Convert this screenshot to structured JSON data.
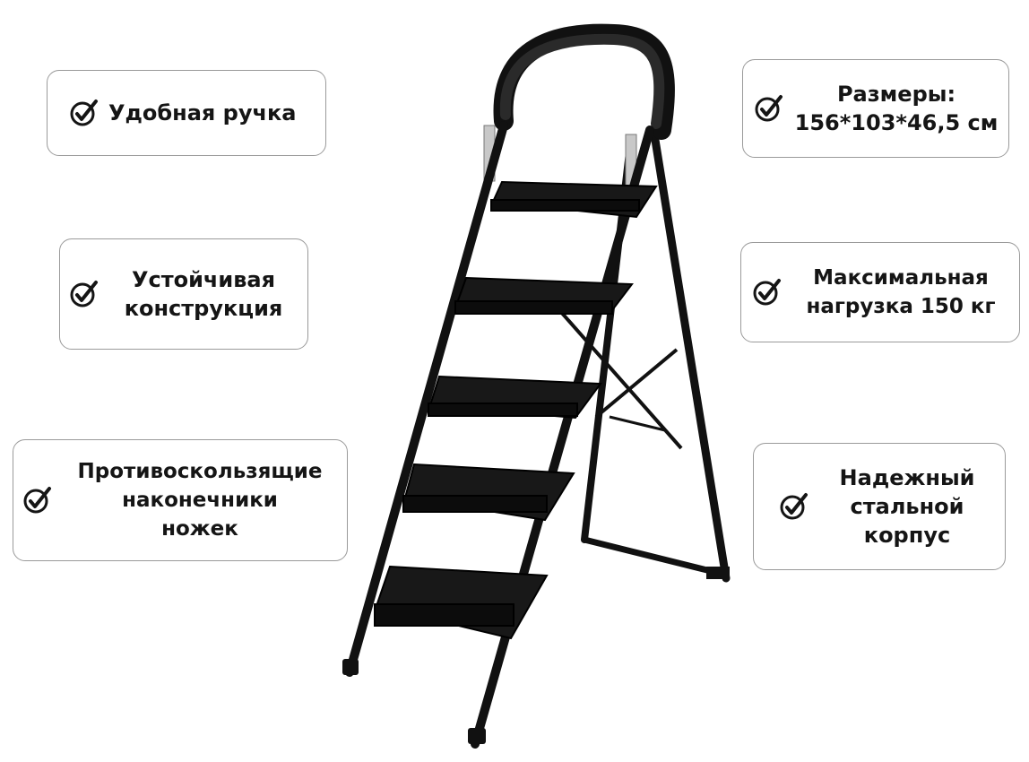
{
  "features": {
    "handle": {
      "lines": [
        "Удобная ручка"
      ]
    },
    "stable": {
      "lines": [
        "Устойчивая",
        "конструкция"
      ]
    },
    "antislip": {
      "lines": [
        "Противоскользящие",
        "наконечники",
        "ножек"
      ]
    },
    "size": {
      "lines": [
        "Размеры:",
        "156*103*46,5 см"
      ]
    },
    "load": {
      "lines": [
        "Максимальная",
        "нагрузка 150 кг"
      ]
    },
    "steel": {
      "lines": [
        "Надежный",
        "стальной",
        "корпус"
      ]
    }
  },
  "icons": {
    "feature": "check-circle-icon",
    "product": "step-ladder-image"
  },
  "colors": {
    "text": "#151515",
    "border": "#9a9a9a",
    "ladder": "#111111",
    "handle_grip": "#2a2a2a"
  }
}
